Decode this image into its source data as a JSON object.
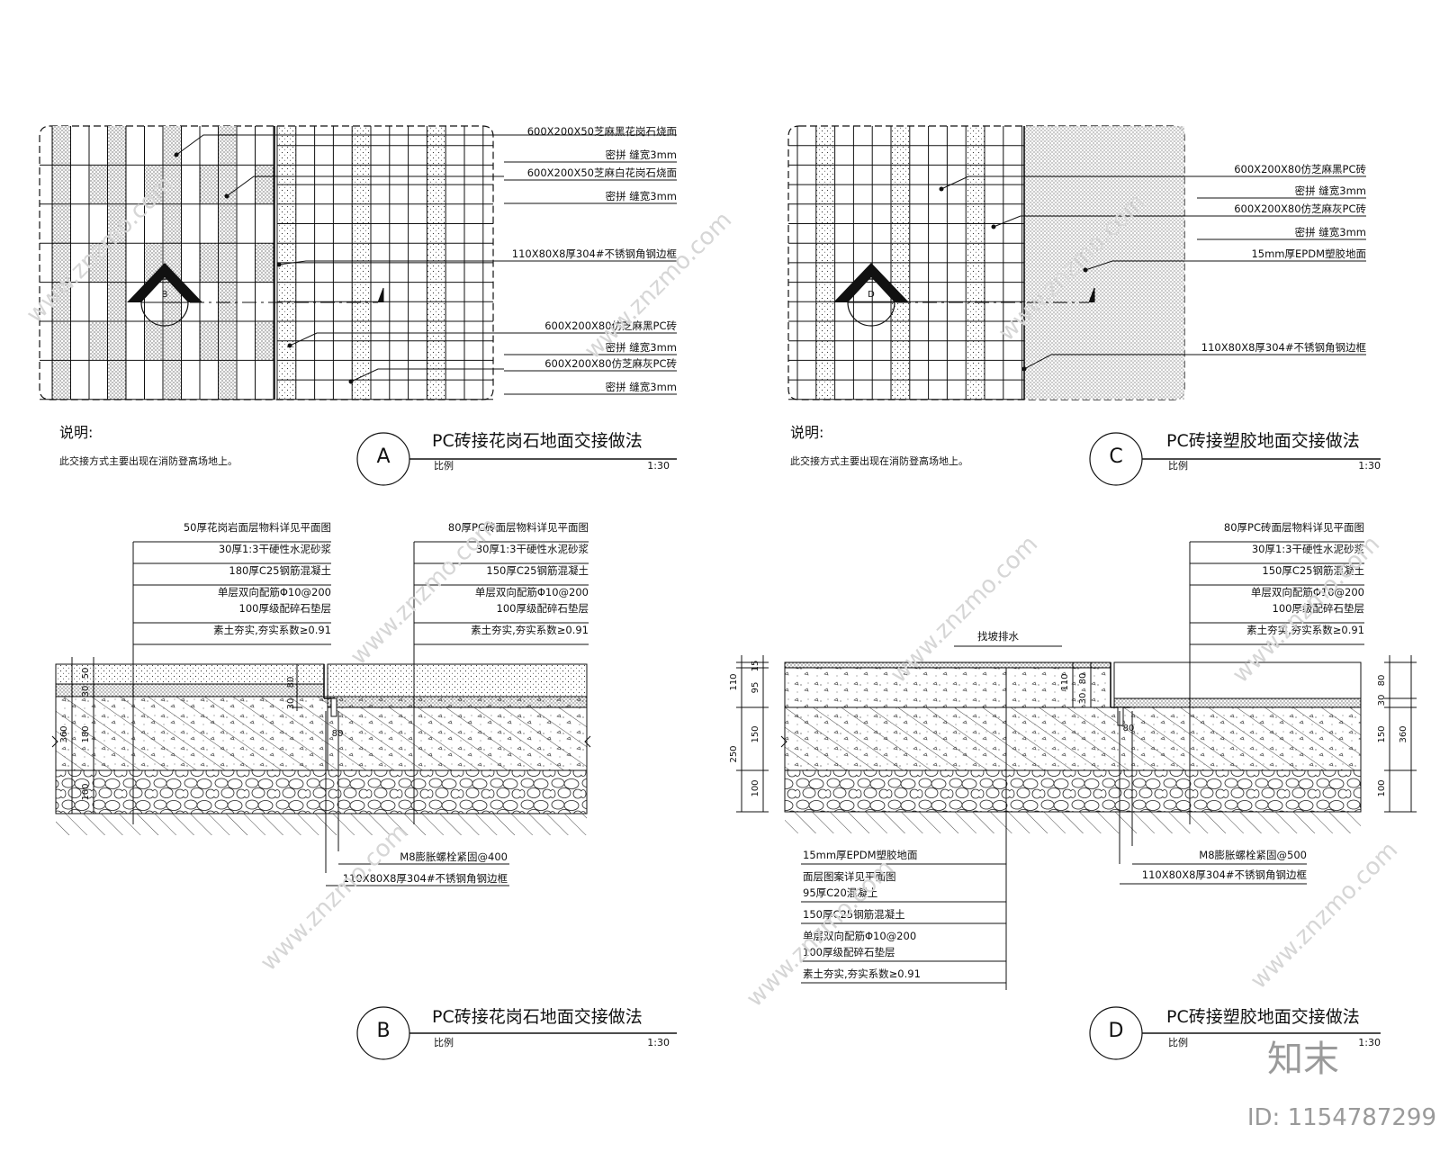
{
  "panelA": {
    "labels": [
      "600X200X50芝麻黑花岗石烧面",
      "密拼 缝宽3mm",
      "600X200X50芝麻白花岗石烧面",
      "密拼 缝宽3mm",
      "110X80X8厚304#不锈钢角钢边框",
      "600X200X80仿芝麻黑PC砖",
      "密拼 缝宽3mm",
      "600X200X80仿芝麻灰PC砖",
      "密拼 缝宽3mm"
    ],
    "note_title": "说明:",
    "note_text": "此交接方式主要出现在消防登高场地上。",
    "bubble": "A",
    "title": "PC砖接花岗石地面交接做法",
    "scale_label": "比例",
    "scale": "1:30",
    "section_mark": "B"
  },
  "panelC": {
    "labels": [
      "600X200X80仿芝麻黑PC砖",
      "密拼 缝宽3mm",
      "600X200X80仿芝麻灰PC砖",
      "密拼 缝宽3mm",
      "15mm厚EPDM塑胶地面",
      "110X80X8厚304#不锈钢角钢边框"
    ],
    "note_title": "说明:",
    "note_text": "此交接方式主要出现在消防登高场地上。",
    "bubble": "C",
    "title": "PC砖接塑胶地面交接做法",
    "scale_label": "比例",
    "scale": "1:30",
    "section_mark": "D"
  },
  "panelB": {
    "left_labels": [
      "50厚花岗岩面层物料详见平面图",
      "30厚1:3干硬性水泥砂浆",
      "180厚C25钢筋混凝土",
      "单层双向配筋Φ10@200",
      "100厚级配碎石垫层",
      "素土夯实,夯实系数≥0.91"
    ],
    "right_labels": [
      "80厚PC砖面层物料详见平面图",
      "30厚1:3干硬性水泥砂浆",
      "150厚C25钢筋混凝土",
      "单层双向配筋Φ10@200",
      "100厚级配碎石垫层",
      "素土夯实,夯实系数≥0.91"
    ],
    "bottom_labels": [
      "M8膨胀螺栓紧固@400",
      "110X80X8厚304#不锈钢角钢边框"
    ],
    "dims": [
      "50",
      "30",
      "180",
      "360",
      "100",
      "80",
      "30",
      "80"
    ],
    "bubble": "B",
    "title": "PC砖接花岗石地面交接做法",
    "scale_label": "比例",
    "scale": "1:30"
  },
  "panelD": {
    "slope_label": "找坡排水",
    "right_labels": [
      "80厚PC砖面层物料详见平面图",
      "30厚1:3干硬性水泥砂浆",
      "150厚C25钢筋混凝土",
      "单层双向配筋Φ10@200",
      "100厚级配碎石垫层",
      "素土夯实,夯实系数≥0.91"
    ],
    "left_labels": [
      "15mm厚EPDM塑胶地面",
      "面层图案详见平面图",
      "95厚C20混凝土",
      "150厚C25钢筋混凝土",
      "单层双向配筋Φ10@200",
      "100厚级配碎石垫层",
      "素土夯实,夯实系数≥0.91"
    ],
    "bottom_labels": [
      "M8膨胀螺栓紧固@500",
      "110X80X8厚304#不锈钢角钢边框"
    ],
    "dims_left": [
      "15",
      "95",
      "110",
      "150",
      "250",
      "100"
    ],
    "dims_right": [
      "80",
      "30",
      "150",
      "360",
      "100"
    ],
    "dims_mid": [
      "110",
      "80",
      "30",
      "80"
    ],
    "bubble": "D",
    "title": "PC砖接塑胶地面交接做法",
    "scale_label": "比例",
    "scale": "1:30"
  },
  "watermark": {
    "site": "www.znzmo.com",
    "brand": "知末",
    "id": "ID: 1154787299"
  }
}
